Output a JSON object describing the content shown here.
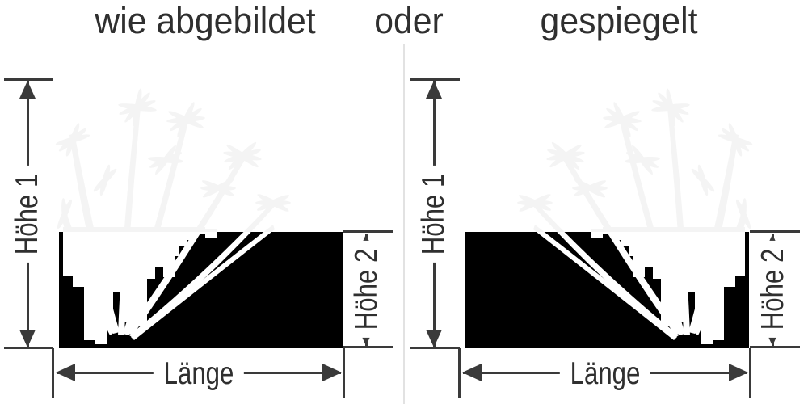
{
  "header": {
    "option_left": "wie abgebildet",
    "separator": "oder",
    "option_right": "gespiegelt"
  },
  "panels": [
    {
      "name": "wie abgebildet",
      "mirrored": false,
      "labels": {
        "height1": "Höhe 1",
        "height2": "Höhe 2",
        "length": "Länge"
      }
    },
    {
      "name": "gespiegelt",
      "mirrored": true,
      "labels": {
        "height1": "Höhe 1",
        "height2": "Höhe 2",
        "length": "Länge"
      }
    }
  ],
  "colors": {
    "line": "#3a3a3a",
    "text": "#2f2f2f",
    "strip": "#000000",
    "divider": "#e2e2e2",
    "plant_faint": "#f4f4f4",
    "plant_cutout": "#ffffff",
    "background": "#ffffff"
  }
}
